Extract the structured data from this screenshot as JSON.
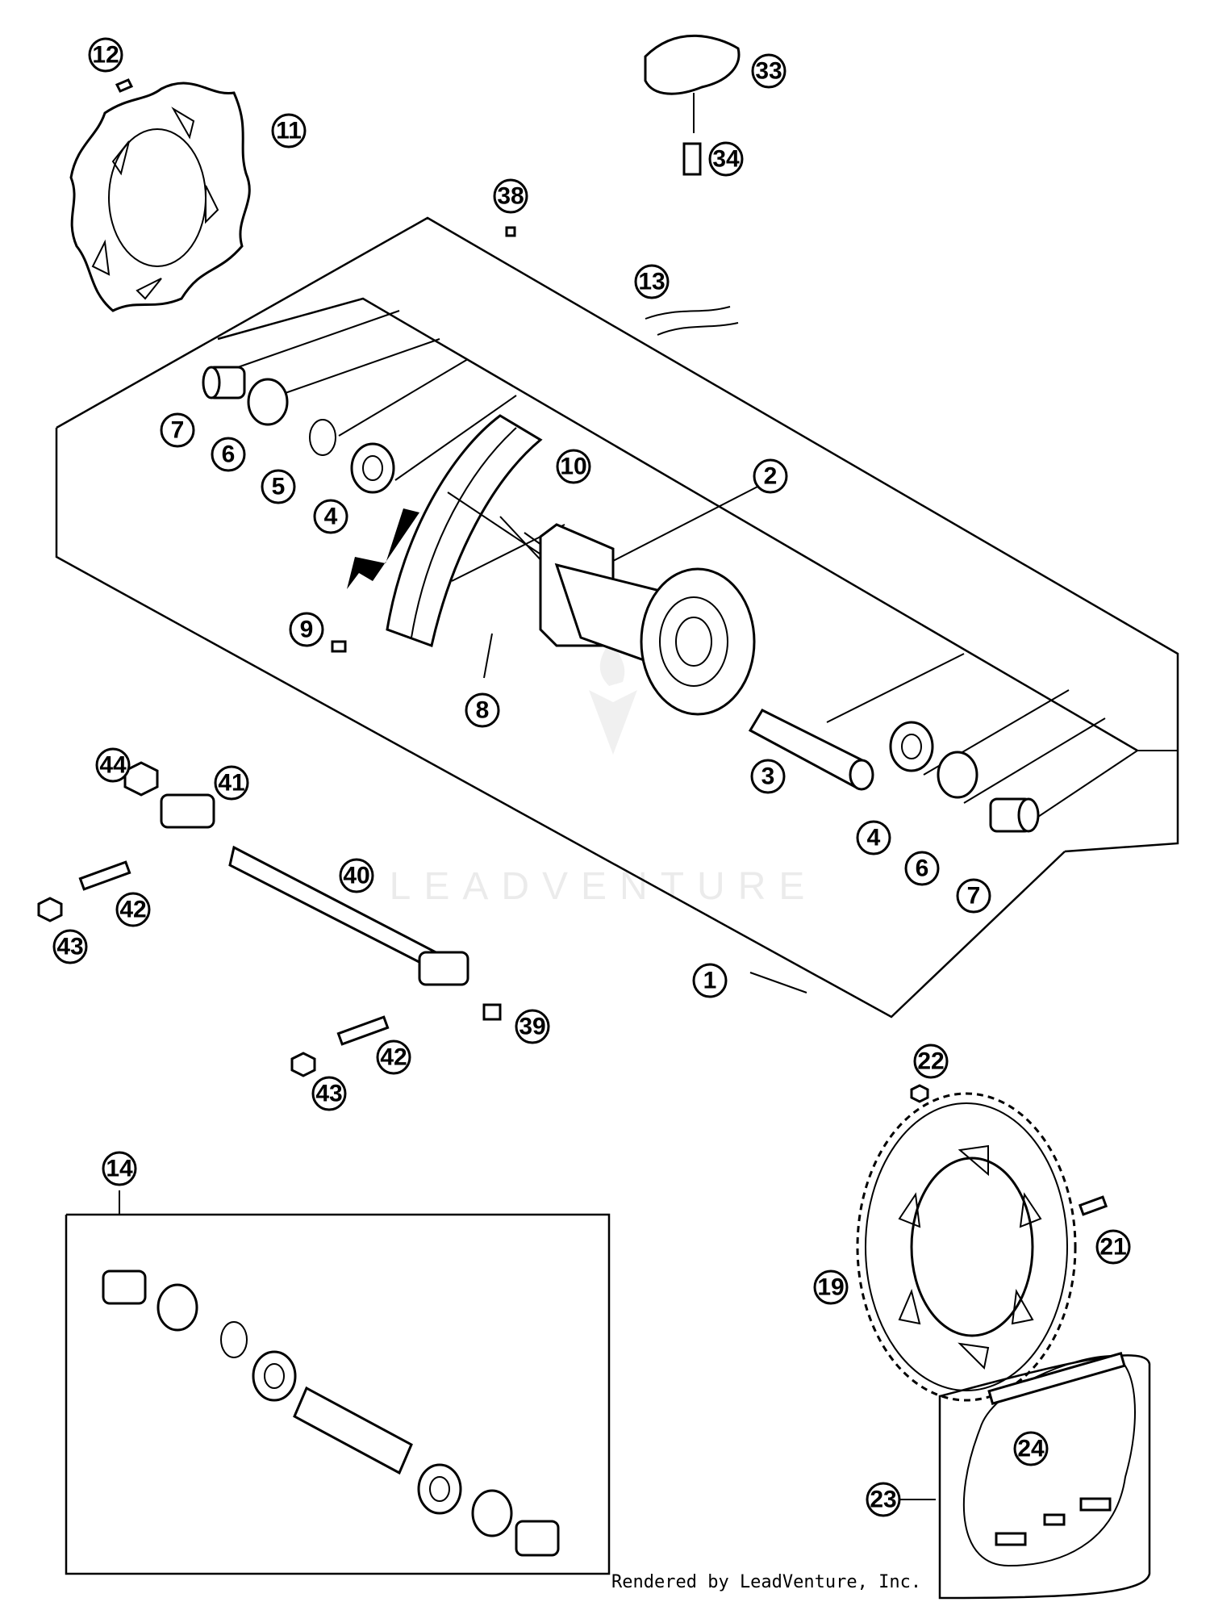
{
  "callouts": [
    {
      "label": "12"
    },
    {
      "label": "11"
    },
    {
      "label": "33"
    },
    {
      "label": "34"
    },
    {
      "label": "38"
    },
    {
      "label": "13"
    },
    {
      "label": "7"
    },
    {
      "label": "6"
    },
    {
      "label": "5"
    },
    {
      "label": "4"
    },
    {
      "label": "10"
    },
    {
      "label": "2"
    },
    {
      "label": "9"
    },
    {
      "label": "8"
    },
    {
      "label": "3"
    },
    {
      "label": "4"
    },
    {
      "label": "6"
    },
    {
      "label": "7"
    },
    {
      "label": "44"
    },
    {
      "label": "41"
    },
    {
      "label": "40"
    },
    {
      "label": "42"
    },
    {
      "label": "43"
    },
    {
      "label": "1"
    },
    {
      "label": "39"
    },
    {
      "label": "42"
    },
    {
      "label": "43"
    },
    {
      "label": "22"
    },
    {
      "label": "14"
    },
    {
      "label": "21"
    },
    {
      "label": "19"
    },
    {
      "label": "24"
    },
    {
      "label": "23"
    }
  ],
  "watermark": "LEADVENTURE",
  "credit": "Rendered by LeadVenture, Inc."
}
